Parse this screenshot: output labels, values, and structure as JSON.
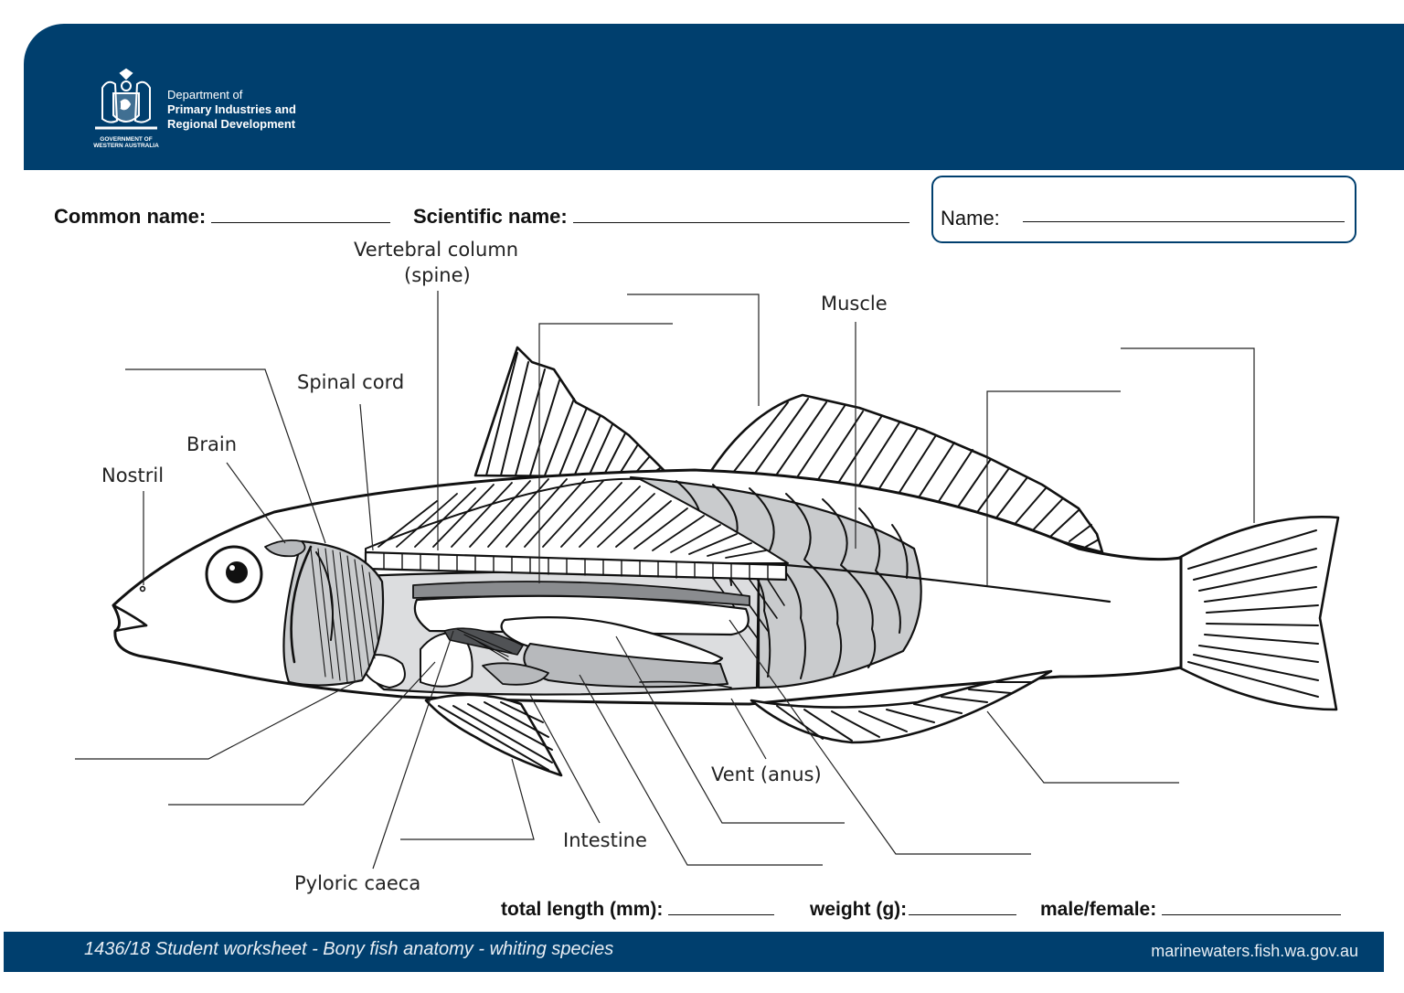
{
  "header": {
    "dept_line1": "Department of",
    "dept_line2": "Primary Industries and",
    "dept_line3": "Regional Development",
    "govt_line1": "GOVERNMENT OF",
    "govt_line2": "WESTERN AUSTRALIA"
  },
  "fields": {
    "common_name": "Common name:",
    "scientific_name": "Scientific name:",
    "name": "Name:",
    "total_length": "total length (mm):",
    "weight": "weight (g):",
    "sex": "male/female:"
  },
  "labels": {
    "vertebral_column_1": "Vertebral column",
    "vertebral_column_2": "(spine)",
    "muscle": "Muscle",
    "spinal_cord": "Spinal cord",
    "brain": "Brain",
    "nostril": "Nostril",
    "vent": "Vent (anus)",
    "intestine": "Intestine",
    "pyloric_caeca": "Pyloric caeca"
  },
  "footer": {
    "worksheet": "1436/18 Student worksheet - Bony fish anatomy - whiting species",
    "website": "marinewaters.fish.wa.gov.au"
  },
  "colors": {
    "header_bg": "#003f6e",
    "organ_grey": "#c9cbcd",
    "dark_grey": "#8a8c8f"
  }
}
